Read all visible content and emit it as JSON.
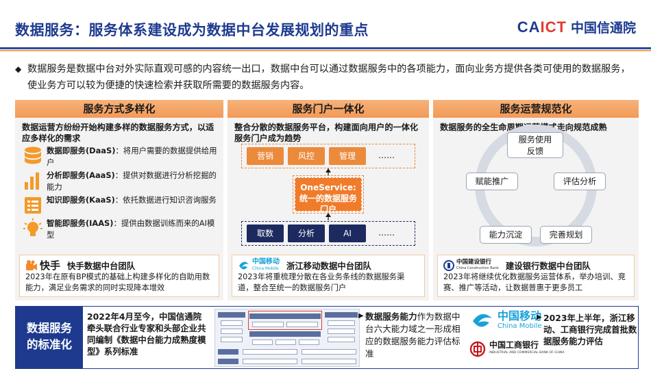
{
  "header": {
    "title": "数据服务：服务体系建设成为数据中台发展规划的重点",
    "logo_mark_a": "CA",
    "logo_mark_b": "ICT",
    "logo_text": "中国信通院"
  },
  "intro": {
    "text": "数据服务是数据中台对外实际直观可感的内容统一出口，数据中台可以通过数据服务中的各项能力，面向业务方提供各类可使用的数据服务，使业务方可以较为便捷的快速检索并获取所需要的数据服务内容。"
  },
  "col1": {
    "title": "服务方式多样化",
    "subtitle": "数据运营方纷纷开始构建多样的数据服务方式，以适应多样化的需求",
    "services": [
      {
        "name": "数据即服务(DaaS)",
        "desc": "：将用户需要的数据提供给用户",
        "icon": "database-icon"
      },
      {
        "name": "分析即服务(AaaS)",
        "desc": "：提供对数据进行分析挖掘的能力",
        "icon": "bar-chart-icon"
      },
      {
        "name": "知识即服务(KaaS)",
        "desc": "：依托数据进行知识咨询服务",
        "icon": "knowledge-icon"
      },
      {
        "name": "智能即服务(IAAS)",
        "desc": "：提供由数据训练而来的AI模型",
        "icon": "lightbulb-icon"
      }
    ],
    "team": {
      "logo_text": "快手",
      "name": "快手数据中台团队",
      "desc": "2023年在原有BP模式的基础上构建多样化的自助用数能力，满足业务需求的同时实现降本增效"
    }
  },
  "col2": {
    "title": "服务门户一体化",
    "subtitle": "整合分散的数据服务平台，构建面向用户的一体化服务门户成为趋势",
    "top_items": [
      "营销",
      "风控",
      "管理",
      "……"
    ],
    "center_line1": "OneService:",
    "center_line2": "统一的数据服务",
    "center_line3": "门户",
    "bottom_items": [
      "取数",
      "分析",
      "AI",
      "……"
    ],
    "team": {
      "logo_cn": "中国移动",
      "logo_en": "China Mobile",
      "name": "浙江移动数据中台团队",
      "desc": "2023年将重梳理分散在各业务条线的数据服务渠道，整合至统一的数据服务门户"
    }
  },
  "col3": {
    "title": "服务运营规范化",
    "subtitle": "数据服务的全生命周期运营模式走向规范成熟",
    "cycle": {
      "top_line1": "服务使用",
      "top_line2": "反馈",
      "right": "评估分析",
      "bottom_right": "完善规划",
      "bottom_left": "能力沉淀",
      "left": "赋能推广"
    },
    "team": {
      "logo_cn": "中国建设银行",
      "logo_en": "China Construction Bank",
      "name": "建设银行数据中台团队",
      "desc": "2023年将继续优化数据服务运营体系，举办培训、竞赛、推广等活动，让数据普惠于更多员工"
    }
  },
  "standard": {
    "label_line1": "数据服务",
    "label_line2": "的标准化",
    "text1": "2022年4月至今，中国信通院牵头联合行业专家和头部企业共同编制《数据中台能力成熟度模型》系列标准",
    "text2_bold": "数据服务能力",
    "text2_rest": "作为数据中台六大能力域之一形成相应的数据服务能力评估标准",
    "cm_cn": "中国移动",
    "cm_en": "China Mobile",
    "icbc_cn": "中国工商银行",
    "icbc_en": "INDUSTRIAL AND COMMERCIAL BANK OF CHINA",
    "text3": "2023年上半年，浙江移动、工商银行完成首批数据服务能力评估"
  },
  "colors": {
    "brand_blue": "#1d3a8f",
    "accent_orange": "#f39a57",
    "navy": "#1d2a5f"
  }
}
